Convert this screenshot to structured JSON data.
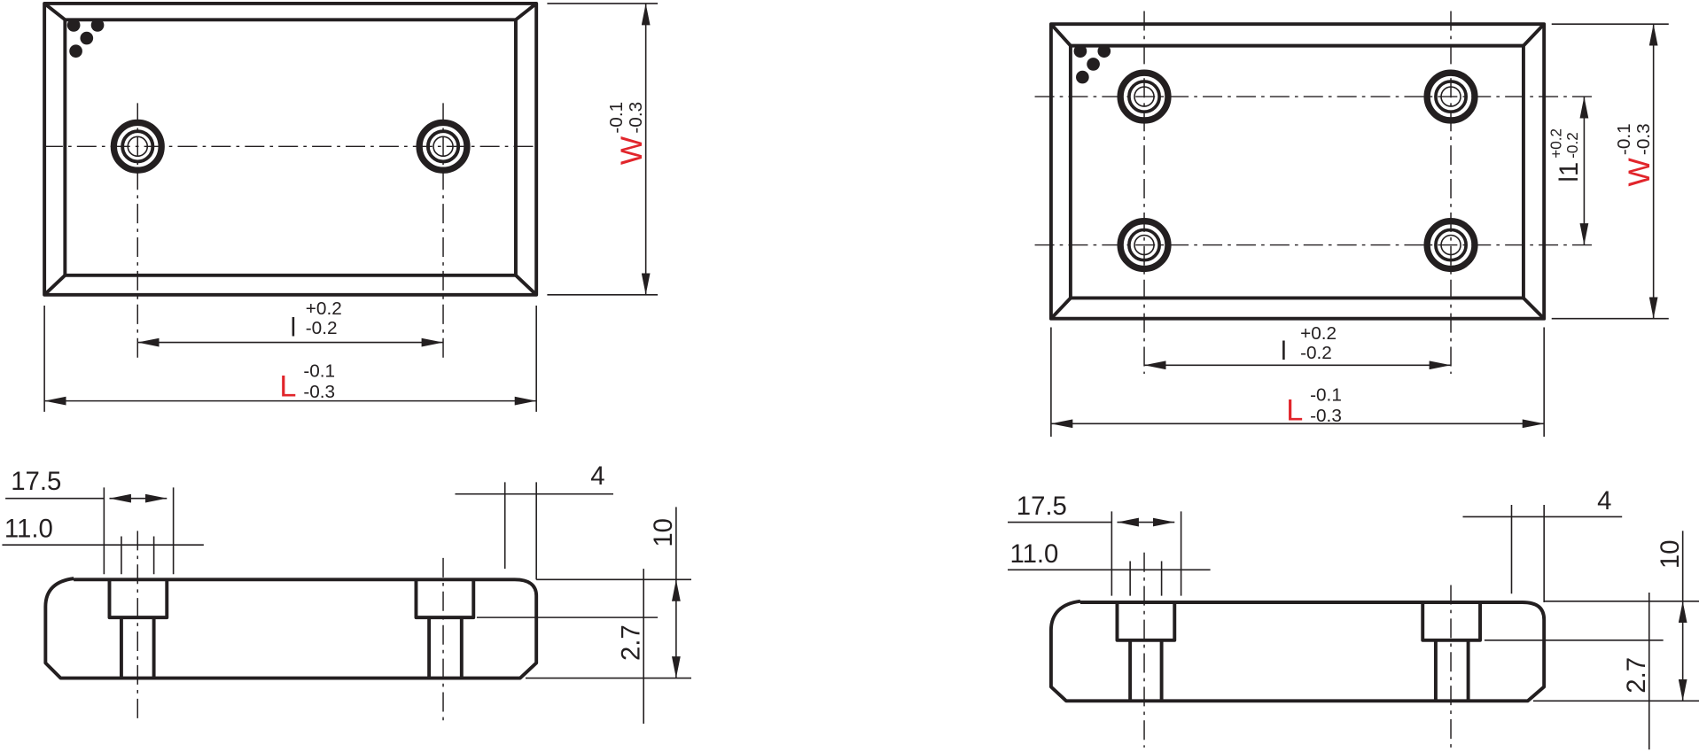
{
  "colors": {
    "line": "#231f20",
    "accent": "#e1252b"
  },
  "left": {
    "W": "W",
    "W_upper": "-0.1",
    "W_lower": "-0.3",
    "l": "l",
    "l_upper": "+0.2",
    "l_lower": "-0.2",
    "L": "L",
    "L_upper": "-0.1",
    "L_lower": "-0.3",
    "d175": "17.5",
    "d110": "11.0",
    "d4": "4",
    "d10": "10",
    "d27": "2.7"
  },
  "right": {
    "W": "W",
    "W_upper": "-0.1",
    "W_lower": "-0.3",
    "l1": "l1",
    "l1_upper": "+0.2",
    "l1_lower": "-0.2",
    "l": "l",
    "l_upper": "+0.2",
    "l_lower": "-0.2",
    "L": "L",
    "L_upper": "-0.1",
    "L_lower": "-0.3",
    "d175": "17.5",
    "d110": "11.0",
    "d4": "4",
    "d10": "10",
    "d27": "2.7"
  }
}
